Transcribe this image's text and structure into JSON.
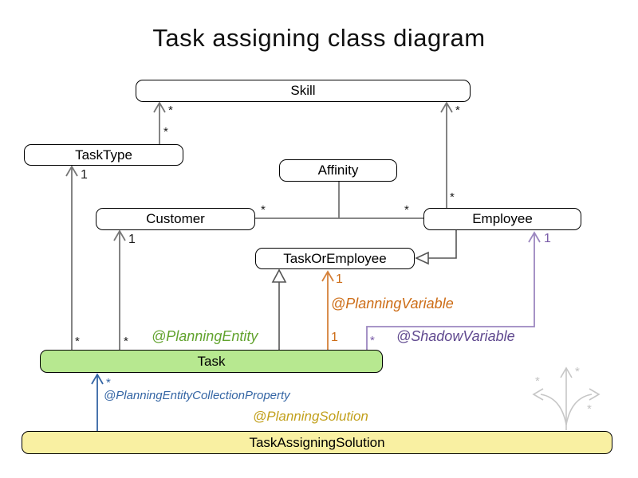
{
  "title": "Task assigning class diagram",
  "classes": {
    "skill": "Skill",
    "task_type": "TaskType",
    "affinity": "Affinity",
    "customer": "Customer",
    "employee": "Employee",
    "task_or_employee": "TaskOrEmployee",
    "task": "Task",
    "task_assigning_solution": "TaskAssigningSolution"
  },
  "annotations": {
    "planning_entity": "@PlanningEntity",
    "planning_variable": "@PlanningVariable",
    "shadow_variable": "@ShadowVariable",
    "planning_entity_collection_property": "@PlanningEntityCollectionProperty",
    "planning_solution": "@PlanningSolution"
  },
  "multiplicities": {
    "task_type_to_skill": {
      "near_skill": "*",
      "near_task_type": "*"
    },
    "employee_to_skill": {
      "near_skill": "*",
      "near_employee": "*"
    },
    "customer_employee": {
      "near_customer": "*",
      "near_employee": "*"
    },
    "task_to_task_type": {
      "near_task_type": "1",
      "near_task": "*"
    },
    "task_to_customer": {
      "near_customer": "1",
      "near_task": "*"
    },
    "planning_variable_edge": {
      "near_task_or_employee": "1",
      "near_task": "1"
    },
    "shadow_variable_edge": {
      "near_employee": "1",
      "near_task": "*"
    },
    "solution_to_task": {
      "near_task": "*"
    },
    "faded": {
      "left": "*",
      "top": "*",
      "right": "*"
    }
  },
  "colors": {
    "task_fill": "#b7e890",
    "solution_fill": "#f9f0a2",
    "planning_entity_text": "#62a32e",
    "planning_variable_text": "#cd6d17",
    "shadow_variable_text": "#60498f",
    "collection_property_text": "#3465a4",
    "planning_solution_text": "#c2a01c",
    "edge_gray": "#777777",
    "faded_gray": "#c6c6c6"
  }
}
